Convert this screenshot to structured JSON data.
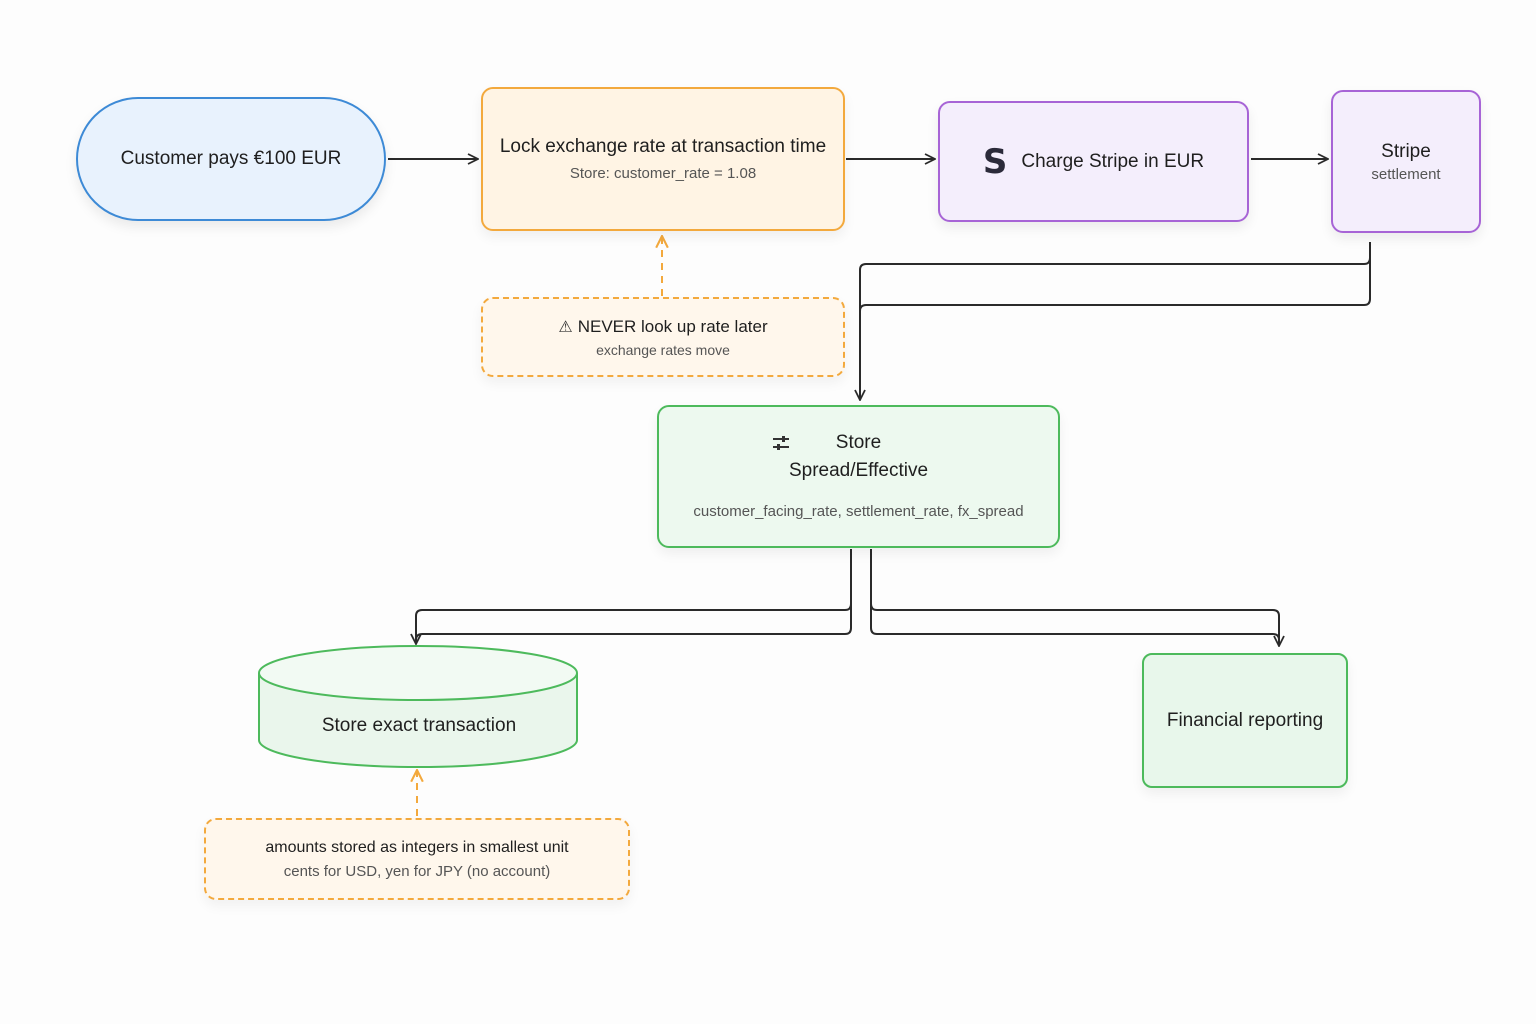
{
  "nodes": {
    "customer_pays": {
      "label": "Customer pays €100 EUR"
    },
    "lock_rate": {
      "title": "Lock exchange rate at transaction time",
      "subtitle": "Store: customer_rate = 1.08"
    },
    "charge_stripe": {
      "icon": "S",
      "icon_name": "stripe-logo-icon",
      "label": "Charge Stripe in EUR"
    },
    "stripe_settlement": {
      "title": "Stripe",
      "subtitle": "settlement"
    },
    "never_lookup": {
      "icon": "⚠",
      "icon_name": "warning-icon",
      "title": "NEVER look up rate later",
      "subtitle": "exchange rates move"
    },
    "store_spread": {
      "icon_name": "sliders-icon",
      "title_line1": "Store",
      "title_line2": "Spread/Effective",
      "subtitle": "customer_facing_rate, settlement_rate, fx_spread"
    },
    "store_exact": {
      "label": "Store exact transaction"
    },
    "financial_reporting": {
      "label": "Financial reporting"
    },
    "integers_note": {
      "title": "amounts stored as integers in smallest unit",
      "subtitle": "cents for USD, yen for JPY (no account)"
    }
  },
  "colors": {
    "blue_border": "#3d8ad6",
    "blue_fill": "#e8f2fd",
    "orange_border": "#f3a93d",
    "orange_fill": "#fff4e4",
    "purple_border": "#a764d6",
    "purple_fill": "#f4eefc",
    "green_border": "#4dba5c",
    "green_fill": "#edf9ef",
    "arrow": "#2a2a2a",
    "dashed_arrow": "#f3a93d"
  }
}
